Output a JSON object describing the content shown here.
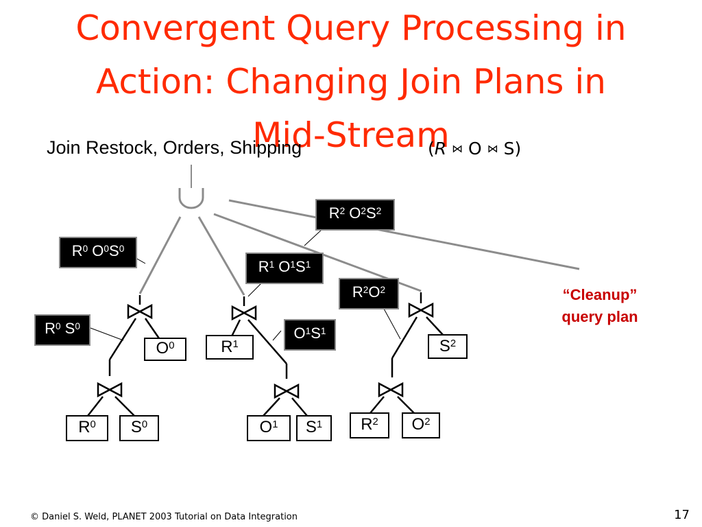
{
  "title": {
    "line1": "Convergent Query Processing in",
    "line2": "Action: Changing Join Plans in",
    "line3": "Mid-Stream"
  },
  "subtitle": "Join Restock, Orders, Shipping",
  "expression": {
    "r": "R",
    "j": "⋈",
    "o": "O",
    "s": "S",
    "open": "(",
    "close": ")"
  },
  "union_symbol": "∪",
  "leaves": {
    "r0": {
      "base": "R",
      "sup": "0"
    },
    "s0": {
      "base": "S",
      "sup": "0"
    },
    "o0": {
      "base": "O",
      "sup": "0"
    },
    "r1": {
      "base": "R",
      "sup": "1"
    },
    "o1": {
      "base": "O",
      "sup": "1"
    },
    "s1": {
      "base": "S",
      "sup": "1"
    },
    "r2": {
      "base": "R",
      "sup": "2"
    },
    "o2": {
      "base": "O",
      "sup": "2"
    },
    "s2": {
      "base": "S",
      "sup": "2"
    }
  },
  "intermediate_labels": {
    "r0s0": [
      "R",
      "0",
      " S",
      "0"
    ],
    "r0o0s0": [
      "R",
      "0",
      " O",
      "0",
      "S",
      "0"
    ],
    "r1o1s1": [
      "R",
      "1",
      " O",
      "1",
      "S",
      "1"
    ],
    "o1s1": [
      "O",
      "1",
      "S",
      "1"
    ],
    "r2o2": [
      "R",
      "2",
      "O",
      "2"
    ],
    "r2o2s2": [
      "R",
      "2",
      " O",
      "2",
      "S",
      "2"
    ]
  },
  "cleanup": {
    "line1": "“Cleanup”",
    "line2": "query plan"
  },
  "footer": "© Daniel S. Weld,  PLANET 2003 Tutorial on Data Integration",
  "page_number": "17",
  "colors": {
    "title": "#ff2a00",
    "cleanup": "#c80000",
    "label_bg": "#000000",
    "edge_gray": "#8c8c8c"
  }
}
